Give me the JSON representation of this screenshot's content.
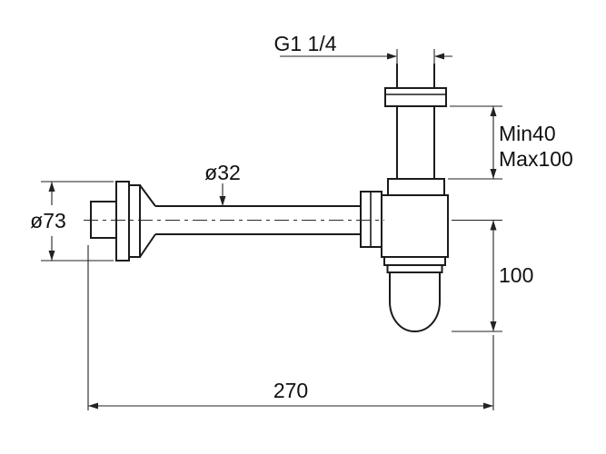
{
  "drawing": {
    "kind": "bottle-trap-siphon-technical-drawing",
    "colors": {
      "line": "#1b1b1b",
      "dimension_line": "#222222",
      "background": "#ffffff"
    },
    "labels": {
      "thread": "G1 1/4",
      "min_height": "Min40",
      "max_height": "Max100",
      "pipe_diameter": "ø32",
      "flange_diameter": "ø73",
      "cup_height": "100",
      "length": "270"
    }
  }
}
